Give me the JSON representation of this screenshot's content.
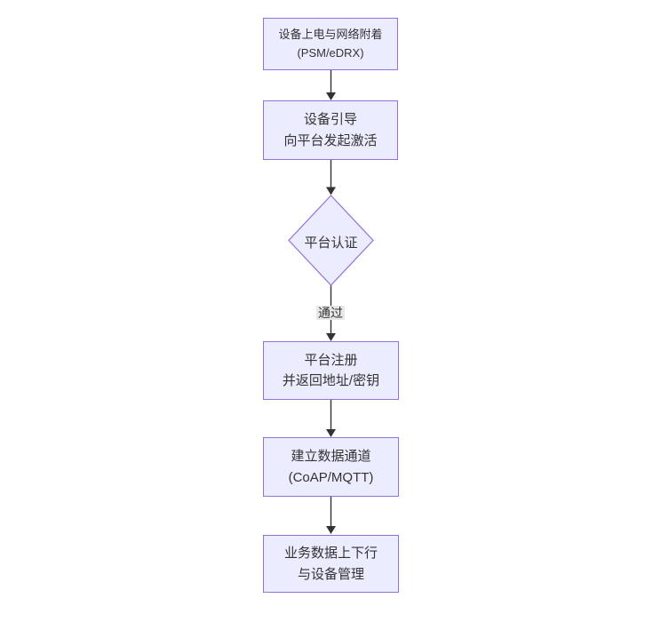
{
  "flowchart": {
    "colors": {
      "node_fill": "#ECECFF",
      "node_border": "#9370DB",
      "text": "#333333",
      "arrow": "#333333",
      "edge_label_bg": "#e8e8e8",
      "canvas_bg": "#ffffff"
    },
    "nodes": [
      {
        "name": "power-attach",
        "shape": "rect",
        "line1": "设备上电与网络附着",
        "line2": "(PSM/eDRX)"
      },
      {
        "name": "bootstrap",
        "shape": "rect",
        "line1": "设备引导",
        "line2": "向平台发起激活"
      },
      {
        "name": "platform-auth",
        "shape": "diamond",
        "label": "平台认证"
      },
      {
        "name": "platform-register",
        "shape": "rect",
        "line1": "平台注册",
        "line2": "并返回地址/密钥"
      },
      {
        "name": "data-channel",
        "shape": "rect",
        "line1": "建立数据通道",
        "line2": "(CoAP/MQTT)"
      },
      {
        "name": "business-data",
        "shape": "rect",
        "line1": "业务数据上下行",
        "line2": "与设备管理"
      }
    ],
    "edges": [
      {
        "from": "power-attach",
        "to": "bootstrap",
        "label": ""
      },
      {
        "from": "bootstrap",
        "to": "platform-auth",
        "label": ""
      },
      {
        "from": "platform-auth",
        "to": "platform-register",
        "label": "通过"
      },
      {
        "from": "platform-register",
        "to": "data-channel",
        "label": ""
      },
      {
        "from": "data-channel",
        "to": "business-data",
        "label": ""
      }
    ]
  }
}
